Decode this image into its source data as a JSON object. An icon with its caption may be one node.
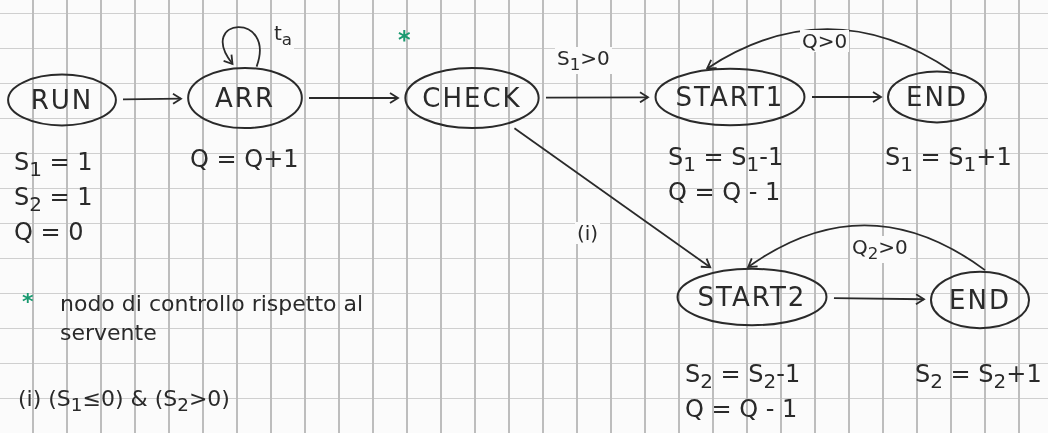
{
  "diagram": {
    "nodes": [
      {
        "text": [
          "RUN"
        ],
        "beside": [
          "S$_{1}$ = 1",
          "S$_{2}$ = 1",
          "Q = 0"
        ]
      },
      {
        "text": [
          "ARR"
        ],
        "beside": [
          "Q = Q+1"
        ]
      },
      {
        "text": [
          "CHECK"
        ],
        "beside": [
          "*"
        ]
      },
      {
        "text": [
          "START1"
        ],
        "beside": [
          "S$_{1}$ = S$_{1}$-1",
          "Q = Q - 1"
        ]
      },
      {
        "text": [
          "END"
        ],
        "beside": [
          "S$_{1}$ = S$_{1}$+1"
        ]
      },
      {
        "text": [
          "START2"
        ],
        "beside": [
          "S$_{2}$ = S$_{2}$-1",
          "Q = Q - 1"
        ]
      },
      {
        "text": [
          "END"
        ],
        "beside": [
          "S$_{2}$ = S$_{2}$+1"
        ]
      }
    ],
    "edges": [
      {
        "from": 0,
        "to": 1,
        "arrow": "to"
      },
      {
        "from": 1,
        "to": 1,
        "arrow": "to",
        "label": "t$_{a}$"
      },
      {
        "from": 1,
        "to": 2,
        "arrow": "to"
      },
      {
        "from": 2,
        "to": 3,
        "arrow": "to",
        "label": "S$_{1}$>0"
      },
      {
        "from": 3,
        "to": 4,
        "arrow": "to"
      },
      {
        "from": 4,
        "to": 3,
        "arrow": "to",
        "label": "Q>0"
      },
      {
        "from": 2,
        "to": 5,
        "arrow": "to",
        "label": "(i)"
      },
      {
        "from": 5,
        "to": 6,
        "arrow": "to"
      },
      {
        "from": 6,
        "to": 5,
        "arrow": "to",
        "label": "Q$_{2}$>0"
      }
    ],
    "labels": [
      "*",
      "nodo di controllo rispetto al servente",
      "(i) (S$_{1}$≤0) & (S$_{2}$>0)"
    ]
  }
}
